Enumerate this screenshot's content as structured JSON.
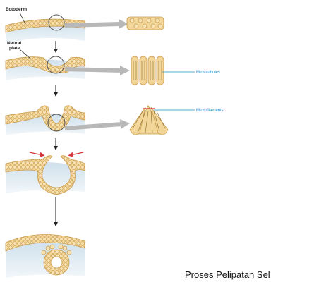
{
  "labels": {
    "ectoderm": "Ectoderm",
    "neural_plate_line1": "Neural",
    "neural_plate_line2": "plate",
    "microtubules": "Microtubules",
    "microfilaments": "Microfilaments"
  },
  "caption": "Proses Pelipatan Sel",
  "colors": {
    "cell_fill": "#f3d69a",
    "cell_stroke": "#c99a4a",
    "mesenchyme": "#d8e6ef",
    "arrow_gray": "#b8b8b8",
    "callout": "#1c8fc9",
    "pinch_arrow": "#d23a3a"
  }
}
